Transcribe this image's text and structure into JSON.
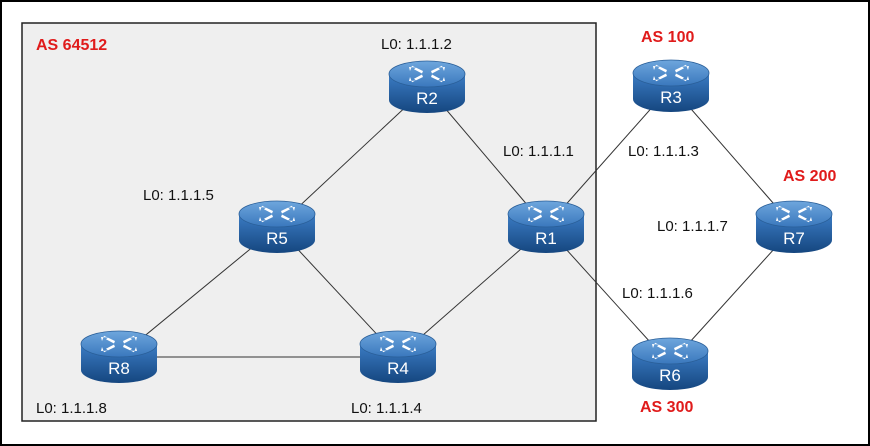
{
  "as_domains": {
    "main": {
      "label": "AS 64512"
    },
    "as100": {
      "label": "AS 100"
    },
    "as200": {
      "label": "AS 200"
    },
    "as300": {
      "label": "AS 300"
    }
  },
  "routers": {
    "r1": {
      "name": "R1",
      "loopback": "L0: 1.1.1.1"
    },
    "r2": {
      "name": "R2",
      "loopback": "L0: 1.1.1.2"
    },
    "r3": {
      "name": "R3",
      "loopback": "L0: 1.1.1.3"
    },
    "r4": {
      "name": "R4",
      "loopback": "L0: 1.1.1.4"
    },
    "r5": {
      "name": "R5",
      "loopback": "L0: 1.1.1.5"
    },
    "r6": {
      "name": "R6",
      "loopback": "L0: 1.1.1.6"
    },
    "r7": {
      "name": "R7",
      "loopback": "L0: 1.1.1.7"
    },
    "r8": {
      "name": "R8",
      "loopback": "L0: 1.1.1.8"
    }
  },
  "links": [
    [
      "r2",
      "r5"
    ],
    [
      "r2",
      "r1"
    ],
    [
      "r5",
      "r8"
    ],
    [
      "r5",
      "r4"
    ],
    [
      "r8",
      "r4"
    ],
    [
      "r4",
      "r1"
    ],
    [
      "r1",
      "r3"
    ],
    [
      "r1",
      "r6"
    ],
    [
      "r3",
      "r7"
    ],
    [
      "r7",
      "r6"
    ]
  ],
  "colors": {
    "as_label": "#e01b1b",
    "router_body": "#1f5fa6",
    "router_top": "#4f8fd0",
    "domain_fill": "#efefef"
  }
}
